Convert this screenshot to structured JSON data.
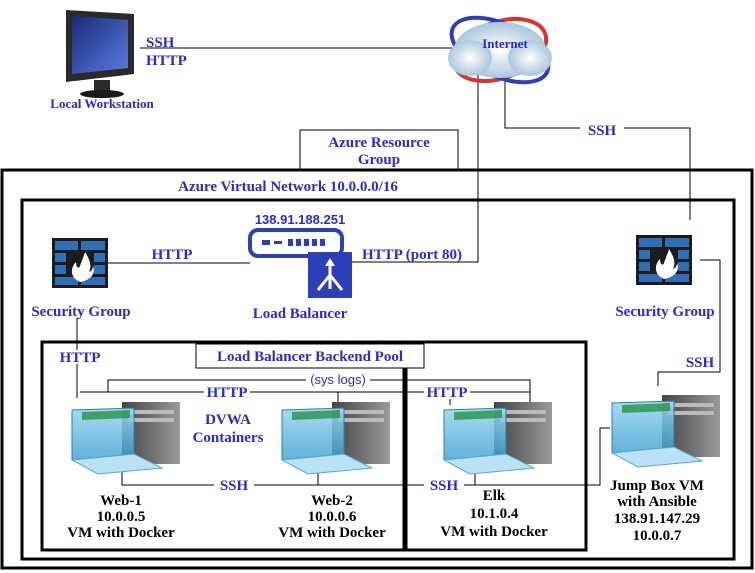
{
  "colors": {
    "label": "#2a2ad6",
    "box": "#000000",
    "line": "#000000",
    "icon_blue": "#2f55b8",
    "fire": "#2a8bd6"
  },
  "workstation": {
    "label": "Local Workstation",
    "icon": "monitor-icon",
    "link_top": "SSH",
    "link_bottom": "HTTP"
  },
  "internet": {
    "label": "Internet",
    "icon": "cloud-icon"
  },
  "resource_group": {
    "line1": "Azure Resource",
    "line2": "Group"
  },
  "vnet": {
    "label": "Azure Virtual Network  10.0.0.0/16"
  },
  "security_group_left": {
    "label": "Security Group",
    "icon": "firewall-icon",
    "link_http": "HTTP"
  },
  "security_group_right": {
    "label": "Security Group",
    "icon": "firewall-icon"
  },
  "load_balancer": {
    "ip": "138.91.188.251",
    "label": "Load Balancer",
    "http_label": "HTTP (port 80)",
    "icon": "load-balancer-icon"
  },
  "ssh_internet_jump": "SSH",
  "ssh_jump_sg": "SSH",
  "backend_pool": {
    "label": "Load Balancer Backend Pool",
    "http_left": "HTTP"
  },
  "sys_logs": "(sys logs)",
  "http_web": "HTTP",
  "http_elk": "HTTP",
  "dvwa": {
    "line1": "DVWA",
    "line2": "Containers"
  },
  "ssh_web": "SSH",
  "ssh_elk": "SSH",
  "web1": {
    "name": "Web-1",
    "ip": "10.0.0.5",
    "desc": "VM with Docker",
    "icon": "server-icon"
  },
  "web2": {
    "name": "Web-2",
    "ip": "10.0.0.6",
    "desc": "VM with Docker",
    "icon": "server-icon"
  },
  "elk": {
    "name": "Elk",
    "ip": "10.1.0.4",
    "desc": "VM with Docker",
    "icon": "server-icon"
  },
  "jumpbox": {
    "line1": "Jump Box VM",
    "line2": "with Ansible",
    "ip_public": "138.91.147.29",
    "ip_private": "10.0.0.7",
    "icon": "server-icon"
  }
}
